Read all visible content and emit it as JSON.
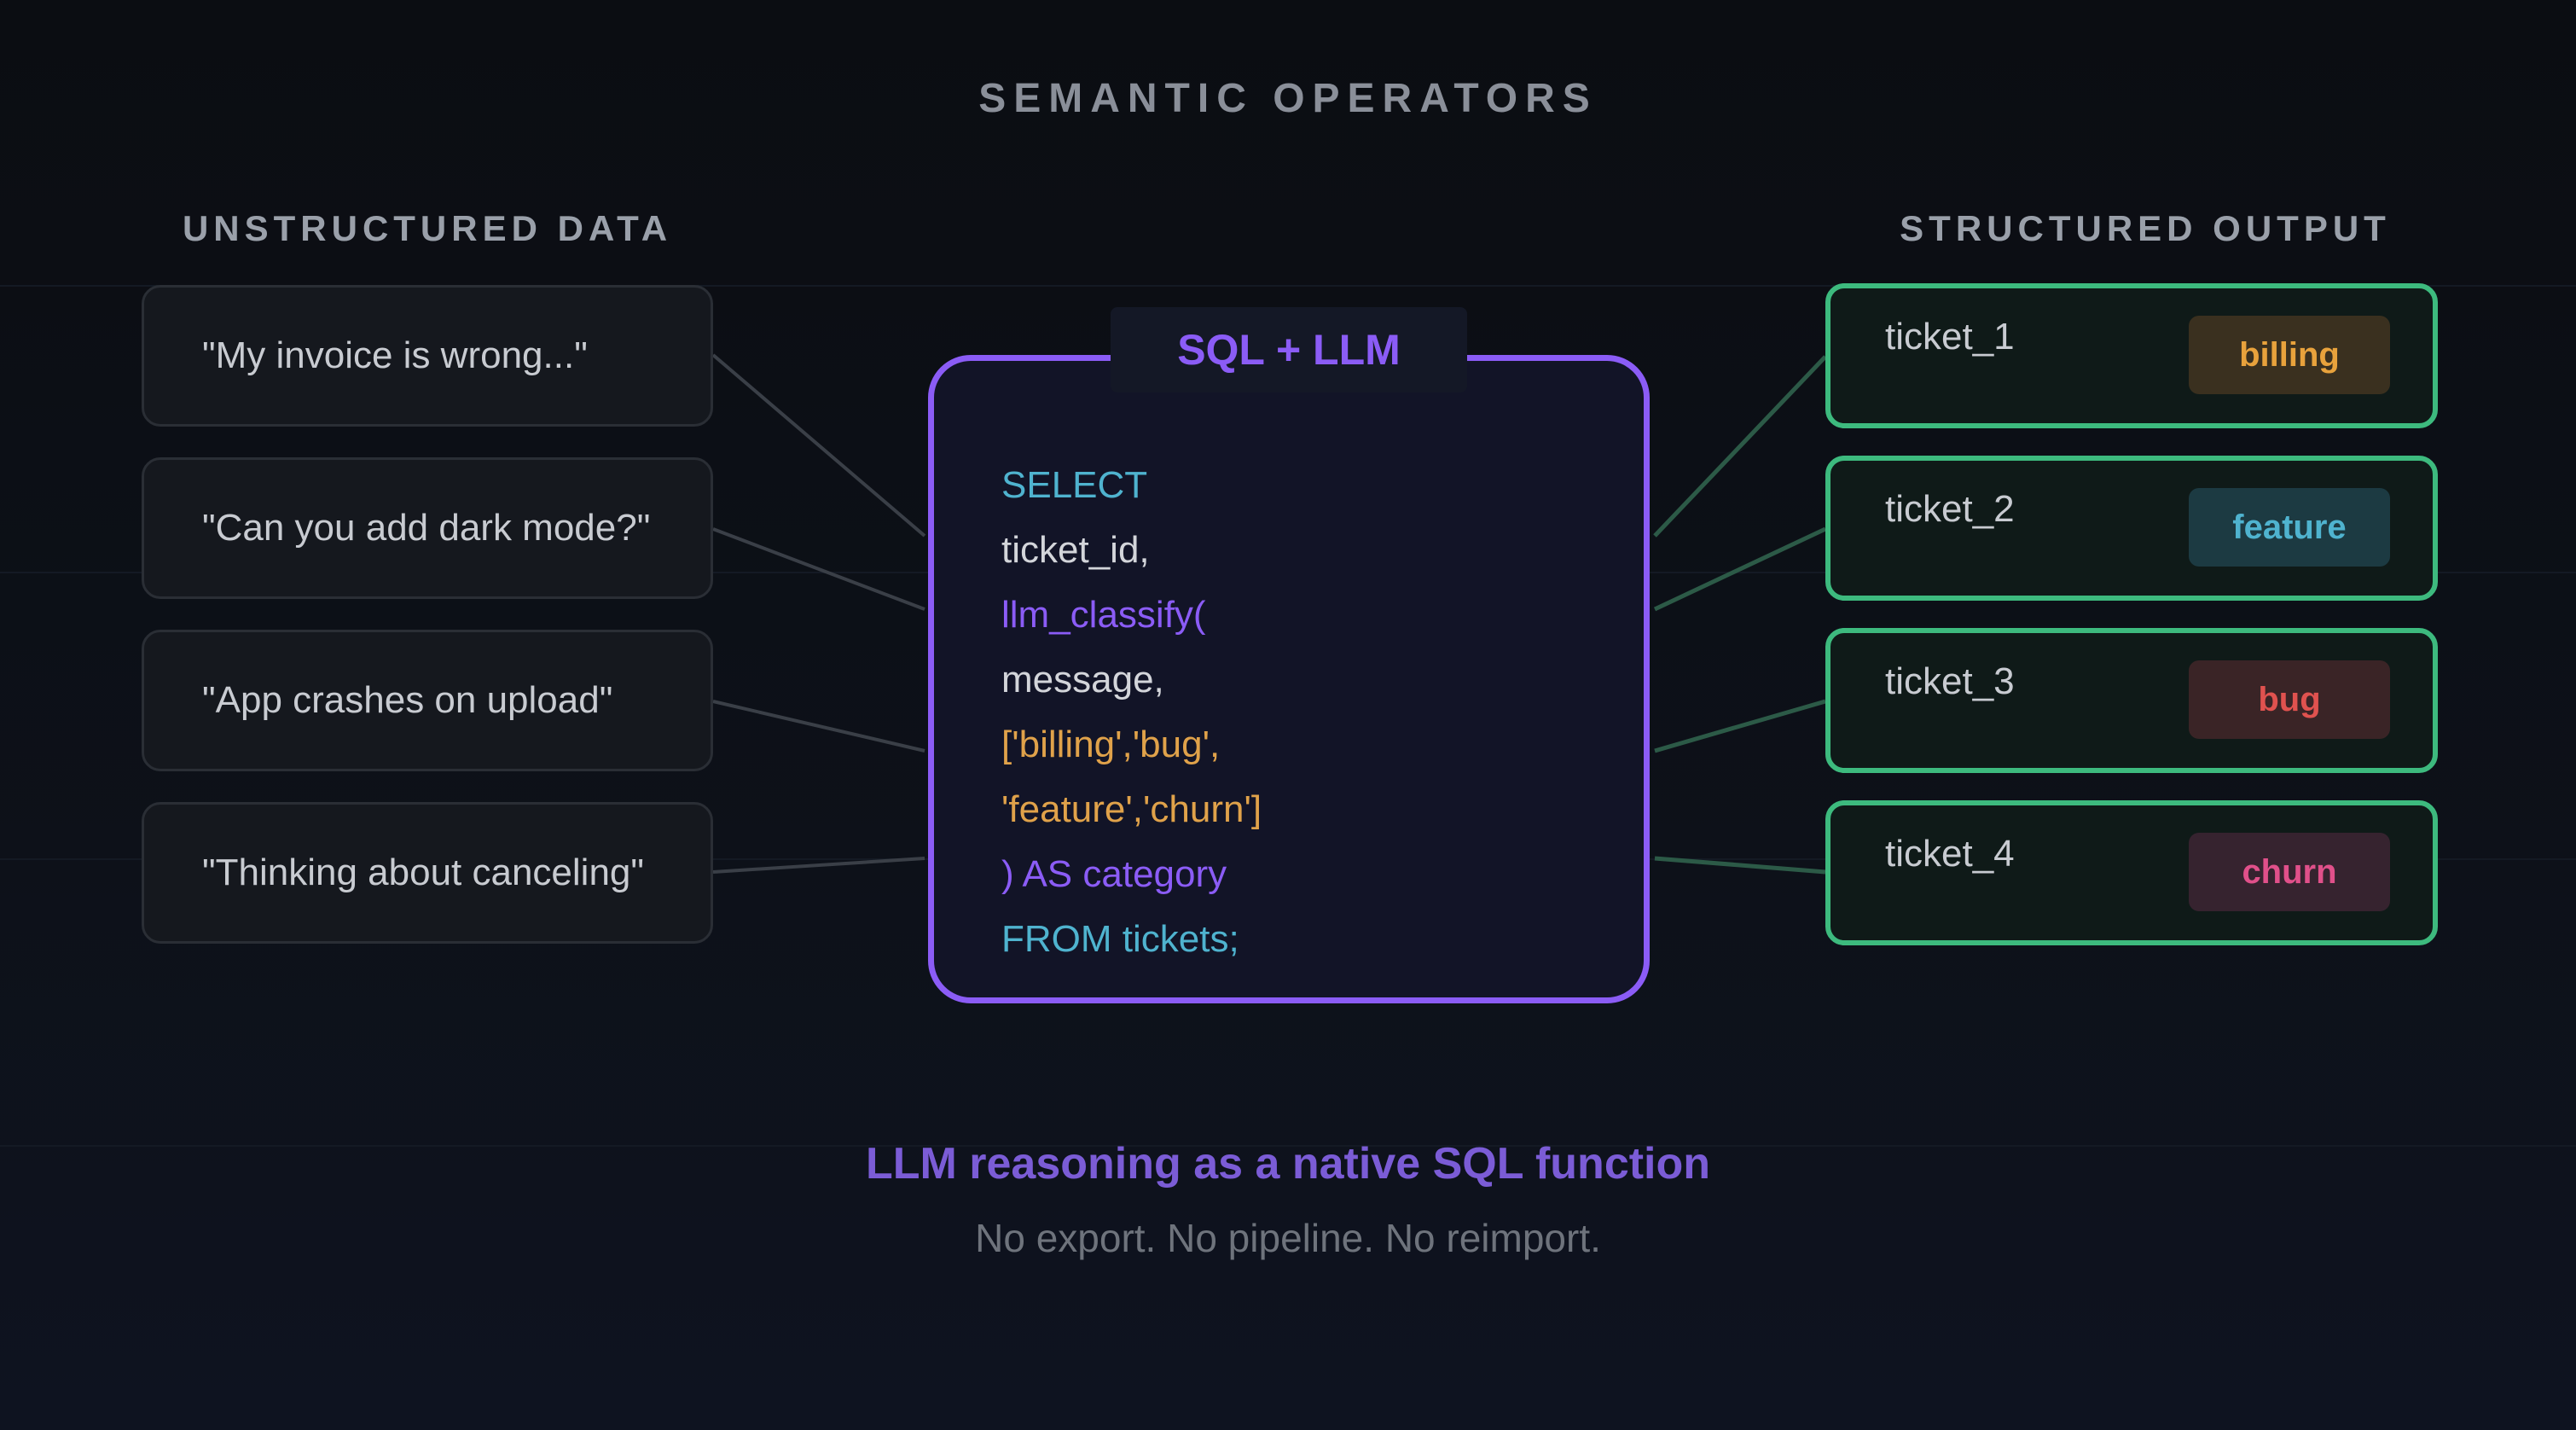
{
  "title": "SEMANTIC OPERATORS",
  "left_heading": "UNSTRUCTURED DATA",
  "right_heading": "STRUCTURED OUTPUT",
  "inputs": [
    "\"My invoice is wrong...\"",
    "\"Can you add dark mode?\"",
    "\"App crashes on upload\"",
    "\"Thinking about canceling\""
  ],
  "sql": {
    "label": "SQL + LLM",
    "lines": [
      "SELECT",
      "ticket_id,",
      "llm_classify(",
      "message,",
      "['billing','bug',",
      "'feature','churn']",
      ") AS category",
      "FROM tickets;"
    ]
  },
  "outputs": [
    {
      "ticket": "ticket_1",
      "category": "billing"
    },
    {
      "ticket": "ticket_2",
      "category": "feature"
    },
    {
      "ticket": "ticket_3",
      "category": "bug"
    },
    {
      "ticket": "ticket_4",
      "category": "churn"
    }
  ],
  "colors": {
    "accent_purple": "#8b5cf6",
    "output_green": "#3dba7e",
    "billing": "#e8a23c",
    "feature": "#4fb3cf",
    "bug": "#e0524f",
    "churn": "#e0508a"
  },
  "footer": {
    "main": "LLM reasoning as a native SQL function",
    "sub": "No export. No pipeline. No reimport."
  }
}
